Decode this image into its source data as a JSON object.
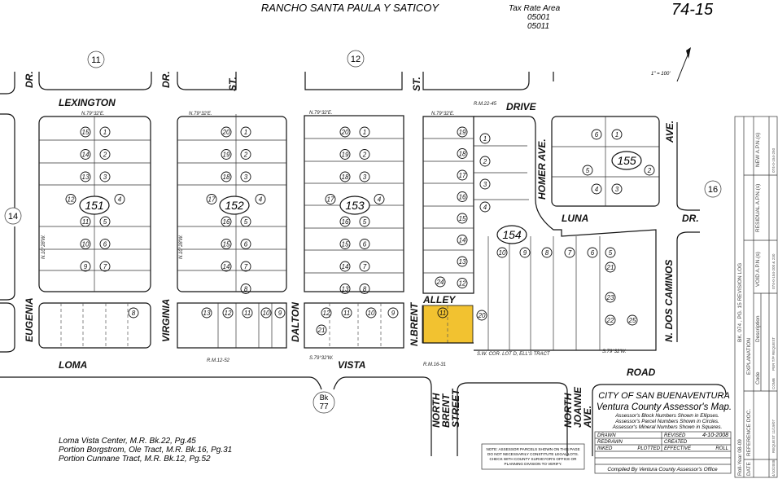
{
  "header": {
    "title": "RANCHO SANTA PAULA Y SATICOY",
    "tax_rate_area_label": "Tax Rate Area",
    "tax_rate_areas": [
      "05001",
      "05011"
    ],
    "page_number": "74-15",
    "scale": "1\" = 100'"
  },
  "map_blocks": {
    "outer": [
      "11",
      "12",
      "14",
      "16"
    ],
    "book_ref": "Bk\n77",
    "book_ref_line1": "Bk",
    "book_ref_line2": "77",
    "ellipses": [
      "151",
      "152",
      "153",
      "154",
      "155"
    ]
  },
  "streets": {
    "lexington": "LEXINGTON",
    "drive": "DRIVE",
    "luna": "LUNA",
    "dr_east": "DR.",
    "loma": "LOMA",
    "vista": "VISTA",
    "road": "ROAD",
    "alley": "ALLEY",
    "dr_west1": "DR.",
    "dr_west2": "DR.",
    "st1": "ST.",
    "st2": "ST.",
    "eugenia": "EUGENIA",
    "virginia": "VIRGINIA",
    "dalton": "DALTON",
    "n_brent": "N.BRENT",
    "homer_ave": "HOMER AVE.",
    "ave_east": "AVE.",
    "n_dos_caminos": "N. DOS CAMINOS",
    "north_brent_street": [
      "NORTH",
      "BRENT",
      "STREET"
    ],
    "north_joanne_ave": [
      "NORTH",
      "JOANNE",
      "AVE."
    ]
  },
  "parcels": {
    "block151_left": [
      "15",
      "14",
      "13",
      "12",
      "11",
      "10",
      "9"
    ],
    "block151_right": [
      "1",
      "2",
      "3",
      "4",
      "5",
      "6",
      "7"
    ],
    "block152_left": [
      "20",
      "19",
      "18",
      "17",
      "16",
      "15",
      "14"
    ],
    "block152_right": [
      "1",
      "2",
      "3",
      "4",
      "5",
      "6",
      "7",
      "8"
    ],
    "block153_left": [
      "20",
      "19",
      "18",
      "17",
      "16",
      "15",
      "14",
      "13"
    ],
    "block153_right": [
      "1",
      "2",
      "3",
      "4",
      "5",
      "6",
      "7",
      "8"
    ],
    "block154_left": [
      "19",
      "18",
      "17",
      "16",
      "15",
      "14",
      "13",
      "12"
    ],
    "block154_mid": [
      "1",
      "2",
      "3",
      "4"
    ],
    "block154_south": [
      "10",
      "9",
      "8",
      "7",
      "6",
      "5"
    ],
    "block154_other": [
      "24",
      "11",
      "20",
      "21",
      "23",
      "22",
      "25"
    ],
    "block155": [
      "6",
      "1",
      "5",
      "2",
      "4",
      "3"
    ],
    "lower_151": [
      "8"
    ],
    "lower_152": [
      "13",
      "12",
      "11",
      "10",
      "9"
    ],
    "lower_153": [
      "12",
      "11",
      "10",
      "9",
      "21"
    ]
  },
  "bearings": {
    "north": "N.79°32'E.",
    "south": "S.79°32'W.",
    "west": "N.10°28'W.",
    "recorded_maps": [
      "R.M.22-45",
      "R.M.16-31",
      "R.M.12-52"
    ],
    "note_sw_corner": "S.W. COR. LOT D, ELL'S TRACT"
  },
  "highlight": {
    "color": "#f2c230"
  },
  "references": [
    "Loma Vista Center, M.R. Bk.22, Pg.45",
    "Portion Borgstrom, Ole Tract, M.R. Bk.16, Pg.31",
    "Portion Cunnane Tract, M.R. Bk.12, Pg.52"
  ],
  "note": [
    "NOTE: ASSESSOR PARCELS SHOWN ON THIS PAGE",
    "DO NOT NECESSARILY CONSTITUTE LEGAL LOTS.",
    "CHECK WITH COUNTY SURVEYOR'S OFFICE OR",
    "PLANNING DIVISION TO VERIFY."
  ],
  "title_block": {
    "city": "CITY OF SAN BUENAVENTURA",
    "subtitle": "Ventura County Assessor's Map.",
    "legend": [
      "Assessor's Block Numbers Shown in Ellipses.",
      "Assessor's Parcel Numbers Shown in Circles.",
      "Assessor's Mineral Numbers Shown in Squares."
    ],
    "drawn": "DRAWN",
    "revised": "REVISED",
    "revised_date": "4-10-2008",
    "redrawn": "REDRAWN",
    "created": "CREATED",
    "inked": "INKED",
    "plotted": "PLOTTED",
    "effective": "EFFECTIVE",
    "roll": "ROLL",
    "compiled": "Compiled By Ventura County Assessor's Office"
  },
  "revision_log": {
    "roll_year": "Roll-Year  08-09",
    "title": "BK. 074 , PG. 15   REVISION LOG",
    "date_header": "DATE",
    "reference_header": "REFERENCE DOC.",
    "explanation_header": "EXPLANATION",
    "code_header": "Code",
    "description_header": "Description",
    "void_header": "VOID A.P.N.(s)",
    "residual_header": "RESIDUAL A.P.N.(s)",
    "new_header": "NEW A.P.N.(s)",
    "row": {
      "date": "4/10/2008",
      "reference": "REQUEST 11/19/07",
      "code": "COMB",
      "description": "PER T/P REQUEST",
      "void": "074-0-154-200 & 230",
      "residual": "",
      "new": "074-0-154-250"
    }
  }
}
